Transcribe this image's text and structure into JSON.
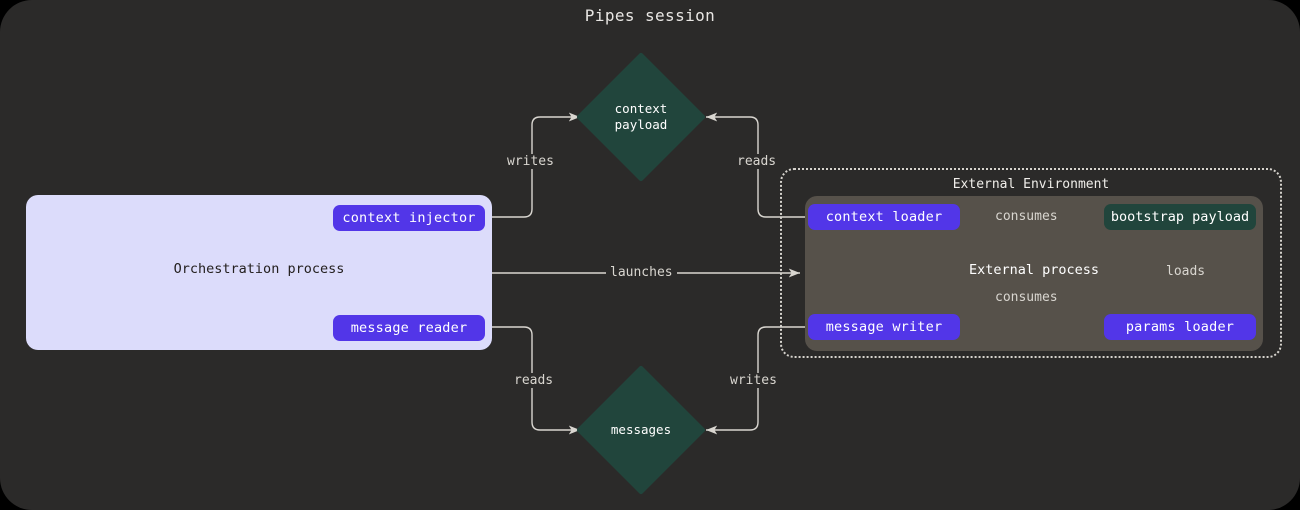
{
  "title": "Pipes session",
  "colors": {
    "canvas_bg": "#2b2a29",
    "page_bg": "#000000",
    "orchestration_bg": "#dcdcfb",
    "external_process_bg": "#56514a",
    "pill": "#5236e8",
    "teal": "#21453c",
    "edge": "#d9d6d0",
    "text_light": "#ffffff",
    "text_dark": "#24201f"
  },
  "orchestration": {
    "label": "Orchestration process",
    "nodes": [
      {
        "id": "context-injector",
        "label": "context injector",
        "shape": "pill"
      },
      {
        "id": "message-reader",
        "label": "message reader",
        "shape": "pill"
      }
    ]
  },
  "external_environment": {
    "label": "External Environment",
    "process_label": "External process",
    "nodes": [
      {
        "id": "context-loader",
        "label": "context loader",
        "shape": "pill"
      },
      {
        "id": "message-writer",
        "label": "message writer",
        "shape": "pill"
      },
      {
        "id": "params-loader",
        "label": "params loader",
        "shape": "pill"
      },
      {
        "id": "bootstrap-payload",
        "label": "bootstrap payload",
        "shape": "rect-teal"
      }
    ]
  },
  "datastores": [
    {
      "id": "context-payload",
      "line1": "context",
      "line2": "payload",
      "shape": "diamond"
    },
    {
      "id": "messages",
      "line1": "messages",
      "line2": "",
      "shape": "diamond"
    }
  ],
  "edges": [
    {
      "id": "edge-writes-context",
      "label": "writes",
      "from": "context-injector",
      "to": "context-payload"
    },
    {
      "id": "edge-reads-context",
      "label": "reads",
      "from": "context-loader",
      "to": "context-payload"
    },
    {
      "id": "edge-launches",
      "label": "launches",
      "from": "orchestration-process",
      "to": "external-process"
    },
    {
      "id": "edge-reads-messages",
      "label": "reads",
      "from": "message-reader",
      "to": "messages"
    },
    {
      "id": "edge-writes-messages",
      "label": "writes",
      "from": "message-writer",
      "to": "messages"
    },
    {
      "id": "edge-consumes-context-loader",
      "label": "consumes",
      "from": "context-loader",
      "to": "bootstrap-payload"
    },
    {
      "id": "edge-consumes-message-writer",
      "label": "consumes",
      "from": "message-writer",
      "to": "bootstrap-payload"
    },
    {
      "id": "edge-loads",
      "label": "loads",
      "from": "params-loader",
      "to": "bootstrap-payload"
    }
  ]
}
